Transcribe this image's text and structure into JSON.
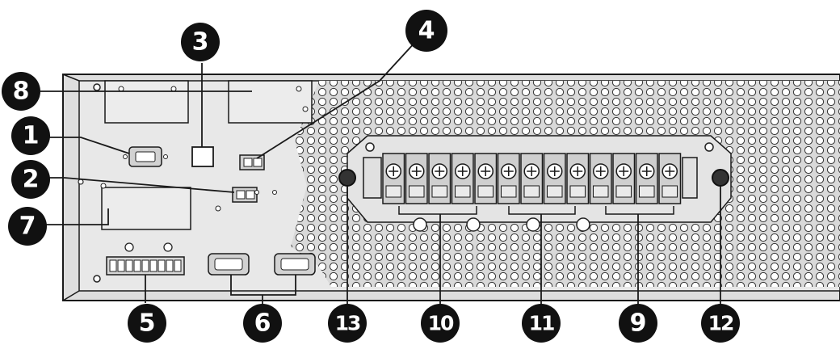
{
  "callouts": {
    "c1": "1",
    "c2": "2",
    "c3": "3",
    "c4": "4",
    "c5": "5",
    "c6": "6",
    "c7": "7",
    "c8": "8",
    "c9": "9",
    "c10": "10",
    "c11": "11",
    "c12": "12",
    "c13": "13"
  },
  "colors": {
    "callout_fill": "#111111",
    "panel_fill": "#e4e4e4",
    "line": "#1a1a1a",
    "terminal_fill": "#cfcfcf"
  }
}
